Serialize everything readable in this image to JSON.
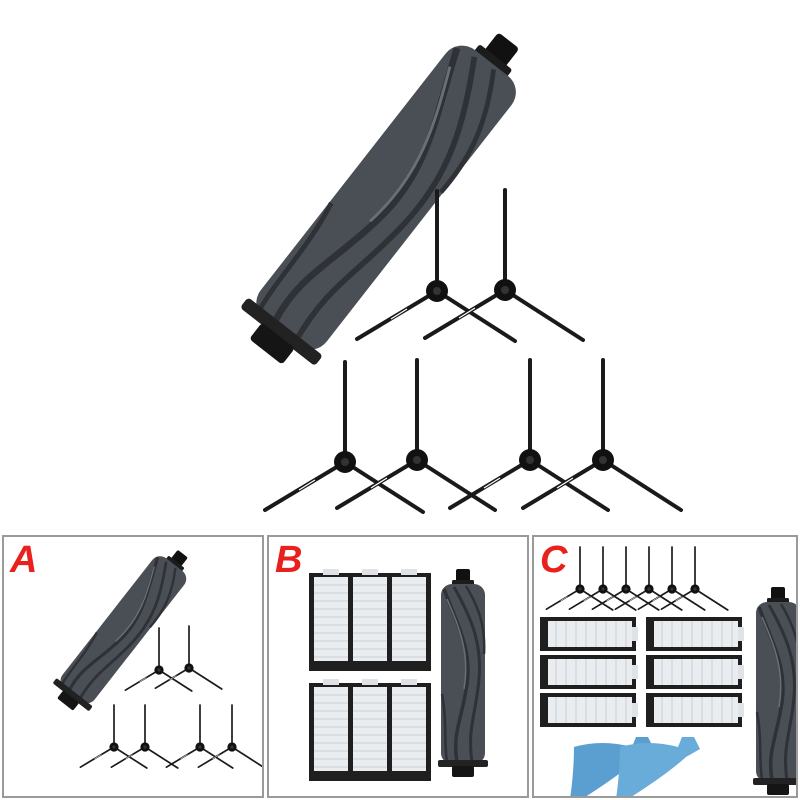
{
  "panels": [
    {
      "label": "A",
      "contents": [
        "roller-brush",
        "side-brush",
        "side-brush",
        "side-brush",
        "side-brush",
        "side-brush",
        "side-brush"
      ]
    },
    {
      "label": "B",
      "contents": [
        "hepa-filter",
        "hepa-filter",
        "hepa-filter",
        "hepa-filter",
        "hepa-filter",
        "hepa-filter",
        "roller-brush"
      ]
    },
    {
      "label": "C",
      "contents": [
        "side-brush",
        "side-brush",
        "side-brush",
        "side-brush",
        "side-brush",
        "side-brush",
        "hepa-filter",
        "hepa-filter",
        "hepa-filter",
        "hepa-filter",
        "hepa-filter",
        "hepa-filter",
        "roller-brush",
        "mop-pad",
        "mop-pad"
      ]
    }
  ],
  "colors": {
    "roller": "#4a4e55",
    "roller_dark": "#2c2f34",
    "brush": "#1a1a1a",
    "filter_frame": "#222222",
    "filter_media": "#e9ecef",
    "mop": "#5b9fd1",
    "label": "#e8211d",
    "border": "#9a9a9a"
  }
}
